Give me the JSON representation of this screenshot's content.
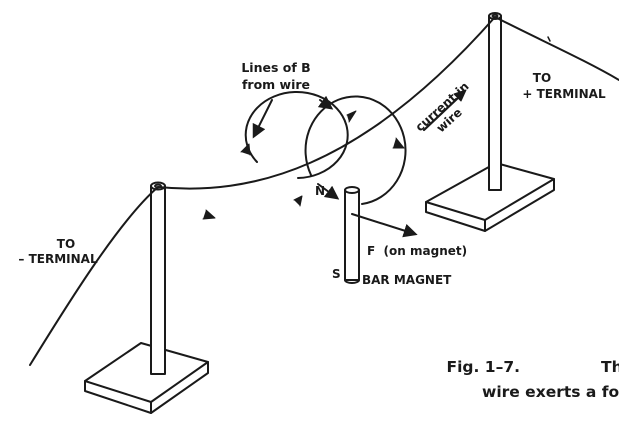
{
  "labels": {
    "lines_of_b_line1": "Lines of B",
    "lines_of_b_line2": "from wire",
    "current_line1": "current in",
    "current_line2": "wire",
    "to_plus_line1": "TO",
    "to_plus_line2": "+ TERMINAL",
    "to_minus_line1": "TO",
    "to_minus_line2": "– TERMINAL",
    "north_pole": "N",
    "south_pole": "S",
    "force": "F  (on magnet)",
    "bar_magnet": "BAR MAGNET"
  },
  "caption": {
    "line1_number": "Fig. 1–7.",
    "line1_text": "Th",
    "line2_text": "wire exerts a for"
  },
  "colors": {
    "ink": "#1a1a1a",
    "paper": "#ffffff"
  }
}
